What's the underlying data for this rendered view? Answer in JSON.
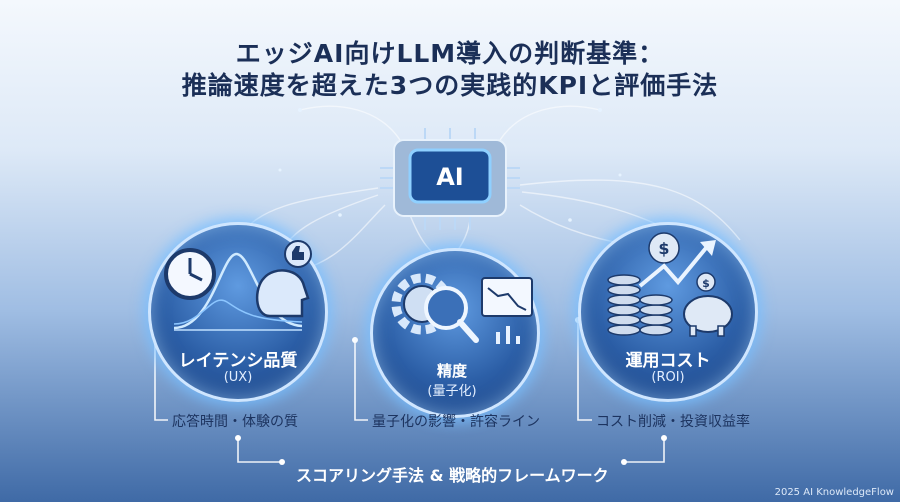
{
  "title": {
    "line1": "エッジAI向けLLM導入の判断基準：",
    "line2": "推論速度を超えた3つの実践的KPIと評価手法"
  },
  "chip": {
    "label": "AI"
  },
  "kpis": [
    {
      "title": "レイテンシ品質",
      "subtitle": "(UX)",
      "label": "応答時間・体験の質",
      "icons": [
        "clock-icon",
        "wave-chart-icon",
        "head-thumbs-up-icon"
      ]
    },
    {
      "title": "精度",
      "subtitle": "(量子化)",
      "label": "量子化の影響・許容ライン",
      "icons": [
        "gear-icon",
        "magnifier-icon",
        "chart-screen-icon"
      ]
    },
    {
      "title": "運用コスト",
      "subtitle": "(ROI)",
      "label": "コスト削減・投資収益率",
      "icons": [
        "coin-stack-icon",
        "rising-arrow-icon",
        "piggy-bank-icon"
      ]
    }
  ],
  "bottom": {
    "text": "スコアリング手法 & 戦略的フレームワーク"
  },
  "credit": "2025 AI KnowledgeFlow",
  "colors": {
    "title": "#1b2f57",
    "circle": "#2c5fa7",
    "glow": "#cfe6ff",
    "connector": "#ffffff"
  }
}
